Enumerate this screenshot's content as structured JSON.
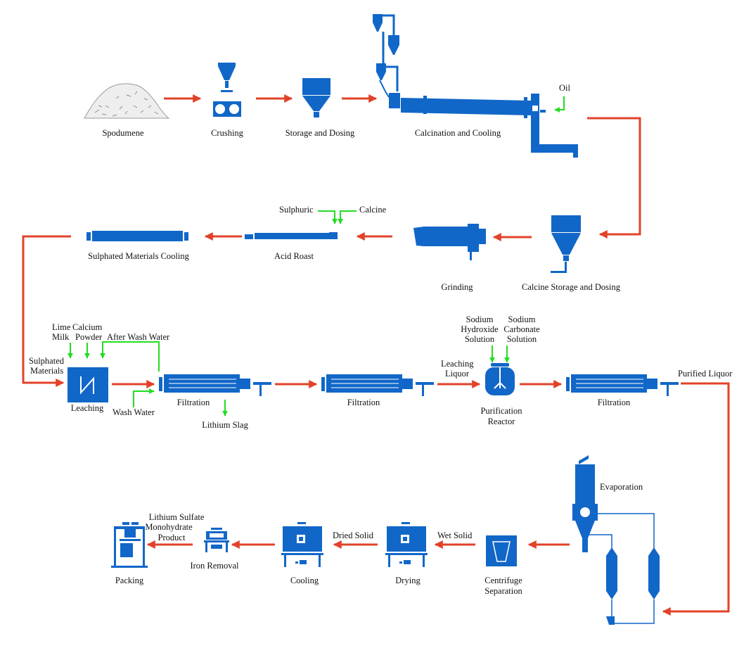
{
  "labels": {
    "spodumene": "Spodumene",
    "crushing": "Crushing",
    "storage_dosing": "Storage and Dosing",
    "calcination_cooling": "Calcination and Cooling",
    "oil": "Oil",
    "sulphuric": "Sulphuric",
    "calcine": "Calcine",
    "sulphated_cooling": "Sulphated Materials Cooling",
    "acid_roast": "Acid Roast",
    "grinding": "Grinding",
    "calcine_storage": "Calcine Storage and Dosing",
    "lime": "Lime",
    "milk": "Milk",
    "calcium": "Calcium",
    "powder": "Powder",
    "after_wash_water": "After Wash Water",
    "sulphated_1": "Sulphated",
    "sulphated_2": "Materials",
    "leaching": "Leaching",
    "wash_water": "Wash Water",
    "filtration_1": "Filtration",
    "lithium_slag": "Lithium Slag",
    "filtration_2": "Filtration",
    "sodium_1a": "Sodium",
    "sodium_1b": "Hydroxide",
    "sodium_1c": "Solution",
    "sodium_2a": "Sodium",
    "sodium_2b": "Carbonate",
    "sodium_2c": "Solution",
    "leaching_liquor_1": "Leaching",
    "leaching_liquor_2": "Liquor",
    "purification_1": "Purification",
    "purification_2": "Reactor",
    "filtration_3": "Filtration",
    "purified_liquor": "Purified Liquor",
    "evaporation": "Evaporation",
    "centrifuge_1": "Centrifuge",
    "centrifuge_2": "Separation",
    "wet_solid": "Wet Solid",
    "drying": "Drying",
    "dried_solid": "Dried Solid",
    "cooling": "Cooling",
    "iron_removal": "Iron Removal",
    "product_1": "Lithium Sulfate",
    "product_2": "Monohydrate",
    "product_3": "Product",
    "packing": "Packing"
  },
  "colors": {
    "equipment": "#1167c8",
    "flow_arrow": "#e2422a",
    "input_arrow": "#22dd22",
    "ore_pile": "#a8a8a8"
  }
}
